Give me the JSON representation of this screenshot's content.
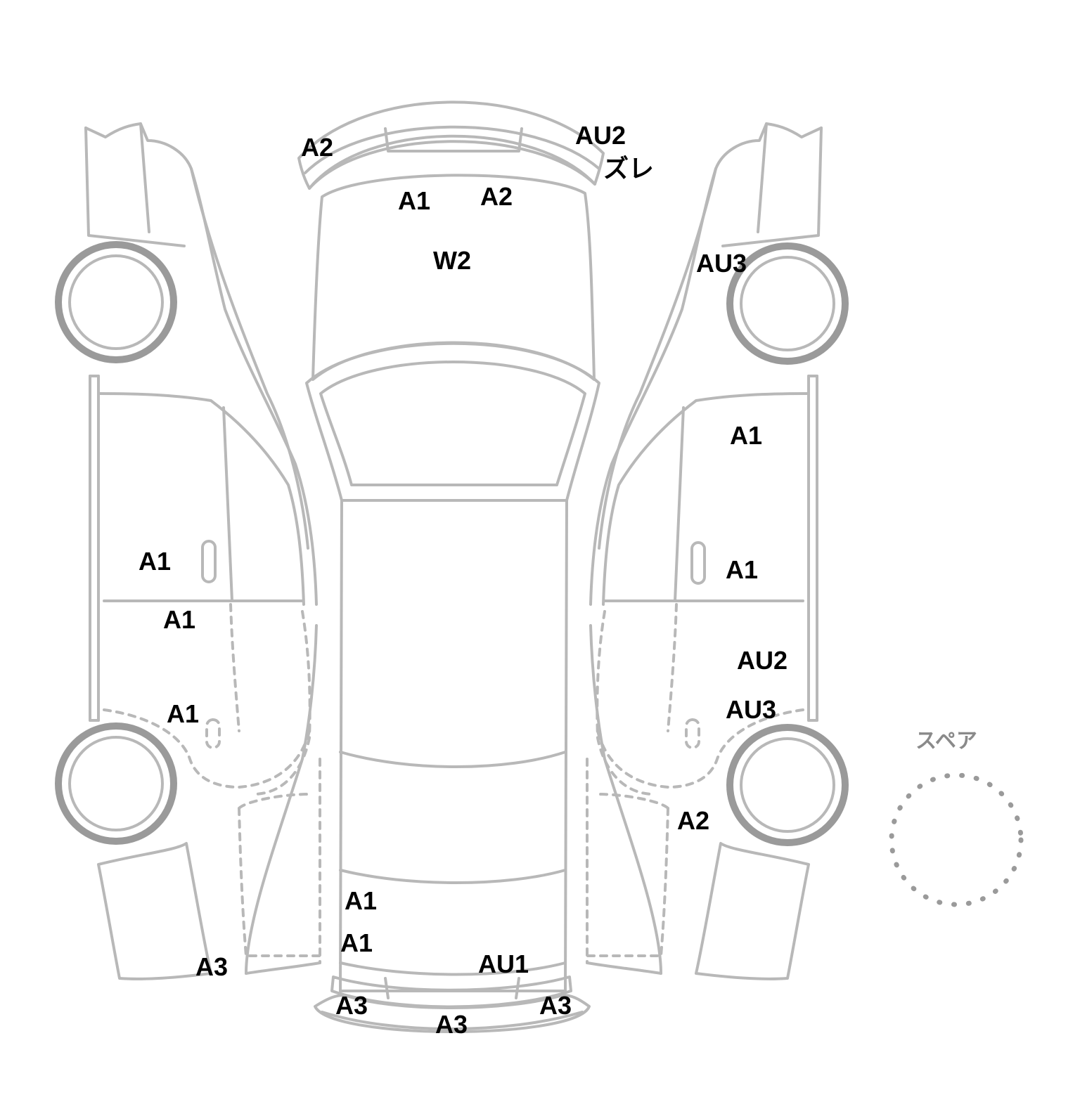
{
  "colors": {
    "outline": "#b8b8b8",
    "outline_dark": "#9a9a9a",
    "label_text": "#000000"
  },
  "labels": {
    "top_bumper_left": "A2",
    "top_bumper_right": "AU2",
    "top_bumper_right_note": "ズレ",
    "hood_a1": "A1",
    "hood_a2": "A2",
    "hood_w2": "W2",
    "right_front_fender": "AU3",
    "right_front_door_upper": "A1",
    "right_front_door_lower": "A1",
    "right_rear_door_upper": "AU2",
    "right_rear_door_lower": "AU3",
    "right_rear_quarter": "A2",
    "left_front_door": "A1",
    "left_rear_door_upper": "A1",
    "left_rear_door_lower": "A1",
    "left_rear_quarter": "A3",
    "trunk_upper": "A1",
    "trunk_lower": "A1",
    "rear_panel": "AU1",
    "rear_bumper_left": "A3",
    "rear_bumper_center": "A3",
    "rear_bumper_right": "A3",
    "spare_tire": "スペア"
  }
}
